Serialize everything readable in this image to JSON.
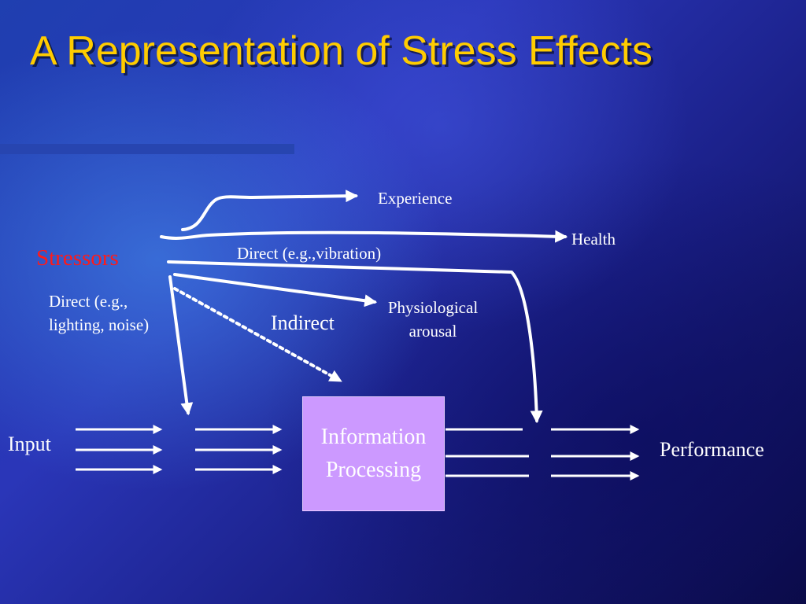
{
  "slide": {
    "title": "A Representation of Stress Effects"
  },
  "diagram": {
    "stressors": "Stressors",
    "experience": "Experience",
    "health": "Health",
    "direct_vibration": "Direct (e.g.,vibration)",
    "direct_lighting_line1": "Direct (e.g.,",
    "direct_lighting_line2": "lighting, noise)",
    "indirect": "Indirect",
    "physio_line1": "Physiological",
    "physio_line2": "arousal",
    "input": "Input",
    "performance": "Performance",
    "box_line1": "Information",
    "box_line2": "Processing"
  },
  "colors": {
    "title": "#ffcc00",
    "stressors": "#ff1a1a",
    "box_fill": "#cc99ff",
    "arrows": "#ffffff"
  }
}
